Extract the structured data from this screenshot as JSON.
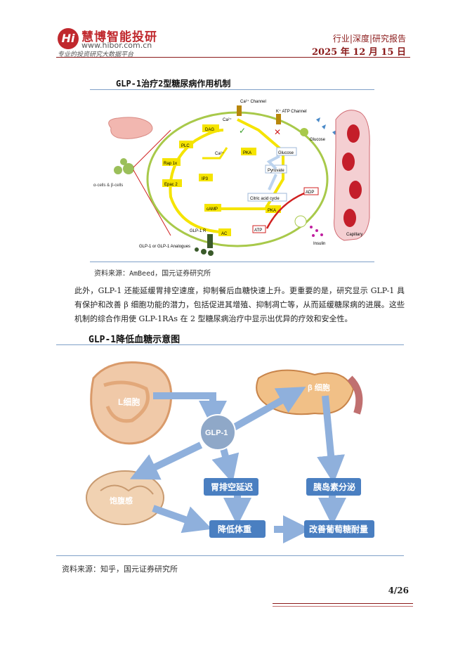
{
  "header": {
    "logo_mark": "Hi",
    "logo_name": "慧博智能投研",
    "logo_url": "www.hibor.com.cn",
    "logo_slogan": "专业的投资研究大数据平台",
    "report_type": "行业|深度|研究报告",
    "date": "2025 年 12 月 15 日"
  },
  "figure1": {
    "title": "GLP-1治疗2型糖尿病作用机制",
    "source": "资料来源：AmBeed，国元证券研究所",
    "labels": {
      "ca_channel": "Ca²⁺ Channel",
      "k_channel": "K⁺ ATP Channel",
      "ca_1": "Ca²⁺",
      "ca_2": "Ca²⁺",
      "dag": "DAG",
      "plc": "PLC",
      "rap": "Rap 1x",
      "ip3": "IP3",
      "pka_top": "PKA",
      "epac": "Epac 2",
      "camp": "cAMP",
      "pka_bottom": "PKA",
      "ac": "AC",
      "atp": "ATP",
      "adp": "ADP",
      "glucose_in": "Glucose",
      "pyruvate": "Pyruvate",
      "citric": "Citric acid cycle",
      "glucose_out": "Glucose",
      "insulin": "Insulin",
      "capillary": "Capillary",
      "cells": "α-cells & β-cells",
      "receptor": "GLP-1 R",
      "agonist": "GLP-1 or GLP-1 Analogues"
    }
  },
  "paragraph": "此外，GLP-1 还能延缓胃排空速度，抑制餐后血糖快速上升。更重要的是，研究显示 GLP-1 具有保护和改善 β 细胞功能的潜力，包括促进其增殖、抑制凋亡等，从而延缓糖尿病的进展。这些机制的综合作用使 GLP-1RAs 在 2 型糖尿病治疗中显示出优异的疗效和安全性。",
  "figure2": {
    "title": "GLP-1降低血糖示意图",
    "source": "资料来源：知乎，国元证券研究所",
    "labels": {
      "l_cell": "L细胞",
      "glp1": "GLP-1",
      "beta_cell": "β 细胞",
      "satiety": "饱腹感",
      "gastric": "胃排空延迟",
      "insulin": "胰岛素分泌",
      "weight": "降低体重",
      "tolerance": "改善葡萄糖耐量"
    }
  },
  "footer": {
    "page": "4/26"
  },
  "colors": {
    "brand_red": "#c0282d",
    "header_red": "#8b1a1a",
    "arrow_blue": "#8fb0dc",
    "box_blue": "#4a7fc1",
    "cell_yellow": "#f5e400",
    "cell_green": "#a8c94a"
  }
}
